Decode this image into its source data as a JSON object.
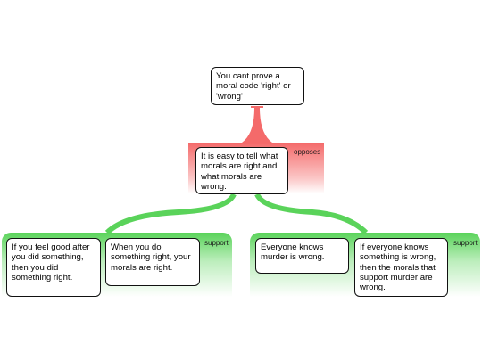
{
  "nodes": {
    "root": "You cant prove a moral code 'right' or 'wrong'",
    "opposes_claim": "It is easy to tell what morals are right and what morals are wrong.",
    "support_left_1": "If you feel good after you did something, then you did something right.",
    "support_left_2": "When you do something right, your morals are right.",
    "support_right_1": "Everyone knows murder is wrong.",
    "support_right_2": "If everyone knows something is wrong, then the morals that support murder are wrong."
  },
  "labels": {
    "opposes": "opposes",
    "support_left": "support",
    "support_right": "support"
  },
  "colors": {
    "opposes": "#f46a6a",
    "support": "#5ad35a"
  }
}
